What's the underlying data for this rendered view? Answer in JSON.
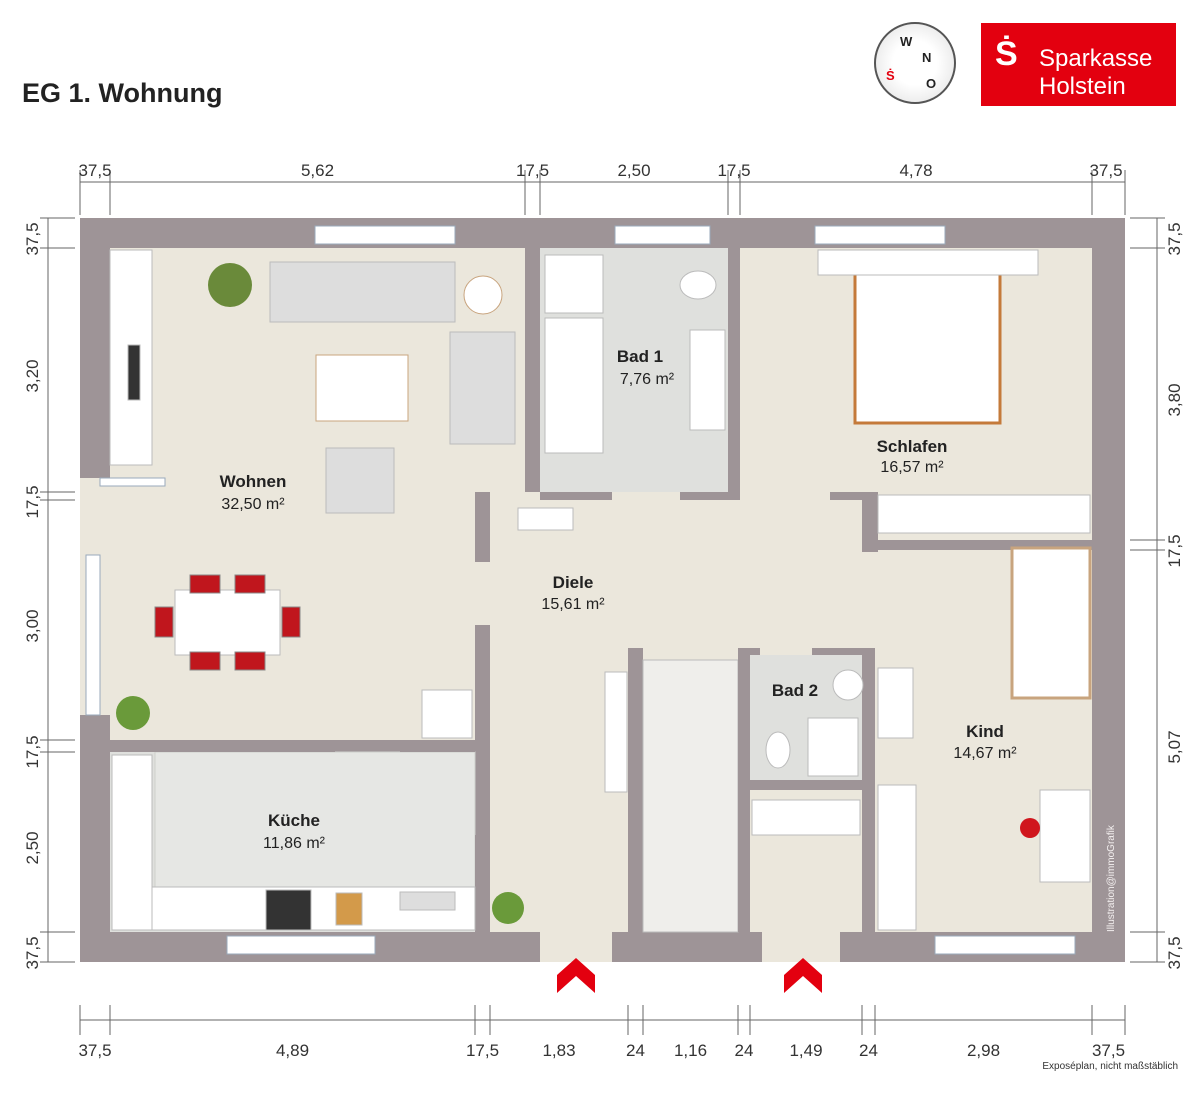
{
  "title": "EG 1. Wohnung",
  "logo": {
    "symbol": "Ṡ",
    "line1": "Sparkasse",
    "line2": "Holstein",
    "color": "#e3000f"
  },
  "compass": {
    "n": "N",
    "o": "O",
    "w": "W"
  },
  "rooms": [
    {
      "name": "Wohnen",
      "area": "32,50 m²"
    },
    {
      "name": "Bad 1",
      "area": "7,76 m²"
    },
    {
      "name": "Schlafen",
      "area": "16,57 m²"
    },
    {
      "name": "Diele",
      "area": "15,61 m²"
    },
    {
      "name": "Küche",
      "area": "11,86 m²"
    },
    {
      "name": "Bad 2",
      "area": ""
    },
    {
      "name": "Kind",
      "area": "14,67 m²"
    }
  ],
  "dims": {
    "top": [
      "37,5",
      "5,62",
      "17,5",
      "2,50",
      "17,5",
      "4,78",
      "37,5"
    ],
    "bottom": [
      "37,5",
      "4,89",
      "17,5",
      "1,83",
      "24",
      "1,16",
      "24",
      "1,49",
      "24",
      "2,98",
      "37,5"
    ],
    "left": [
      "37,5",
      "3,20",
      "17,5",
      "3,00",
      "17,5",
      "2,50",
      "37,5"
    ],
    "right": [
      "37,5",
      "3,80",
      "17,5",
      "5,07",
      "37,5"
    ]
  },
  "watermark": "Illustration@immoGrafik",
  "note": "Exposéplan, nicht maßstäblich",
  "colors": {
    "wall": "#9e9497",
    "floor": "#ebe7dc",
    "tile": "#dfe0dd",
    "entry": "#e3000f"
  }
}
